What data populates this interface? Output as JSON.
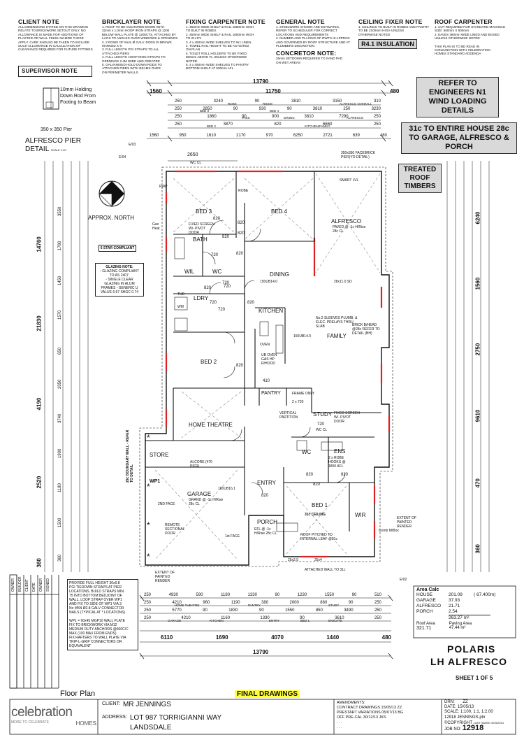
{
  "notes": {
    "client": {
      "title": "CLIENT NOTE",
      "lines": [
        "ALL DIMENSIONS STATED ON THIS DRAWING",
        "RELATE TO BRICKWORK SETOUT ONLY. NO",
        "ALLOWANCE IS MADE FOR ADDITIONS OF",
        "PLASTER OR WALL FINISH WHERE THESE",
        "APPLY. CARE SHOULD BE TAKEN TO INCLUDE",
        "SUCH ALLOWANCE IN CALCULATION OF",
        "CLEARANCE REQUIRED FOR FUTURE FITTINGS"
      ]
    },
    "bricklayer": {
      "title": "BRICKLAYER NOTE",
      "lines": [
        "1. ROOF TO BE ANCHORED DOWN WITH",
        "32mm x 1.0mm HOOP IRON STRAPS @ 1200",
        "BELOW WALL PLATE @ 1200CTS, ATTACHED BY",
        "LUGS TO ANGLES OVER WINDOWS & OPENINGS",
        "2. 2 ROWS OF 6mm Ø GALV. RODS IN BRKWK",
        "MARKED X-X",
        "3. FULL LENGTH PGI STRAPS TO ALL",
        "ATTACHED PIERS",
        "4. FULL LENGTH HOOP IRON STRAPS TO",
        "OPENINGS 2.4M WIDE AND GREATER",
        "5. GALVANISED HOLD DOWN RODS TO",
        "ATTACHED PIERS WITH BEAMS OVER",
        "ON PERIMETER WALLS"
      ]
    },
    "fixing_carpenter": {
      "title": "FIXING CARPENTER NOTE",
      "lines": [
        "1. 450mm WIDE SHELF & RAIL 1850mm HIGH",
        "TO BUILT IN ROBES",
        "2. 450mm WIDE SHELF & RAIL 1800mm HIGH",
        "TO W.I.R's",
        "3. 4 x 450mm WIDE SHELVES TO W.I LINEN",
        "4. TOWEL RAIL HEIGHT TO BE AS NOTED",
        "ON PLAN",
        "5. TOILET ROLL HOLDERS TO BE FIXED",
        "800mm ABOVE FL UNLESS OTHERWISE",
        "NOTED.",
        "6. 4 x 450mm WIDE SHELVES TO PANTRY",
        "BOTTOM SHELF AT 500mm AFL"
      ]
    },
    "general": {
      "title": "GENERAL NOTE",
      "lines": [
        "1. STEELWORK SHOWN ARE ESTIMATES,",
        "REFER TO SCHEDULER FOR CORRECT",
        "LOCATIONS AND REQUIREMENTS",
        "2. NUMBER AND PLACING OF RWP's IS APPROX",
        "AND GOVERNED BY ROOF STRUCTURE AND AT",
        "PLUMBERS DISCRETION"
      ]
    },
    "concretor": {
      "title": "CONCRETOR NOTE:",
      "lines": [
        "25mm SETDOWN REQUIRED TO SAND PAD",
        "ON WET AREAS"
      ]
    },
    "ceiling_fixer": {
      "title": "CEILING FIXER NOTE",
      "lines": [
        "1. CEILINGS TO BUILT IN ROBES AND PANTRY",
        "TO BE 2100mm HIGH UNLESS",
        "OTHERWISE NOTED"
      ]
    },
    "roof_carpenter": {
      "title": "ROOF CARPENTER",
      "lines": [
        "1. CUT REQUIRED FOR STANDARD MANHOLE",
        "SIZE: 560mm X 600mm",
        "2. EAVES 480mm WIDE LINED AND BOXED",
        "UNLESS OTHERWISE NOTED"
      ]
    },
    "r41": "R4.1 INSULATION",
    "addenda": [
      "THIS PLAN IS TO BE READ IN",
      "CONJUNCTION WITH CELEBRATION",
      "HOMES STANDARD ADDENDA"
    ],
    "supervisor": "SUPERVISOR NOTE"
  },
  "callouts": {
    "engineers": "REFER TO ENGINEERS N1 WIND LOADING DETAILS",
    "courses": "31c TO ENTIRE HOUSE 28c TO GARAGE, ALFRESCO & PORCH",
    "timbers": "TREATED ROOF TIMBERS"
  },
  "pier_detail": {
    "rod": "10mm Holding Down Rod From Footing to Beam",
    "pier": "350 x 350 Pier",
    "title": "ALFRESCO PIER DETAIL",
    "scale": "SCALE 1:20"
  },
  "north": "APPROX. NORTH",
  "star": "6 STAR COMPLIANT",
  "glazing": {
    "title": "GLAZING NOTE:",
    "lines": [
      "- GLAZING COMPLIANT",
      "TO AS 2407.",
      "- SINGLE CLEAR",
      "GLAZING IN ALUM",
      "FRAMES - GENERIC U",
      "VALUE 6.57 SHGC 0.74"
    ]
  },
  "dims_top": {
    "overall": "13790",
    "left_eave": "1560",
    "main": "11750",
    "right_eave": "480",
    "row1": [
      "250",
      "3240",
      "90",
      "3810",
      "3150",
      "310"
    ],
    "row2": [
      "250",
      "2850",
      "90",
      "930",
      "90",
      "3810",
      "250",
      "3230"
    ],
    "row3": [
      "250",
      "1860",
      "90",
      "900",
      "3810",
      "7290",
      "250"
    ],
    "row4": [
      "250",
      "3870",
      "820",
      "6660",
      "250"
    ],
    "row5": [
      "1560",
      "950",
      "1610",
      "2170",
      "970",
      "6250",
      "2721",
      "639",
      "480"
    ],
    "labels": [
      "BED 3",
      "BED 4",
      "ALFRESCO OVERALL",
      "ALFRESCO",
      "ROBE",
      "PASS",
      "DINING",
      "KITCHEN/FAMILY",
      "BED 2",
      "RIDGE",
      "WC CL"
    ],
    "wc": "2650",
    "facebrick": "350x350 FACEBRICK PIER(YO DETAIL)"
  },
  "dims_bottom": {
    "row1": [
      "250",
      "4930",
      "590",
      "1180",
      "1330",
      "90",
      "1230",
      "1550",
      "90",
      "510"
    ],
    "row2": [
      "250",
      "4210",
      "960",
      "1190",
      "380",
      "2000",
      "860",
      "90",
      "250"
    ],
    "row3": [
      "250",
      "5770",
      "90",
      "1830",
      "90",
      "1550",
      "850",
      "3490",
      "250"
    ],
    "row4": [
      "250",
      "4210",
      "1160",
      "1330",
      "90",
      "3610",
      "250"
    ],
    "row5": [
      "6110",
      "1690",
      "4070",
      "1440",
      "480"
    ],
    "overall": "13790",
    "labels": [
      "HOME THEATRE",
      "PANTRY",
      "KITCHEN",
      "STUDY",
      "ENSUITE",
      "GARAGE",
      "BED 1",
      "ENTRY"
    ]
  },
  "dims_left": [
    "3550",
    "1780",
    "1450",
    "1570",
    "650",
    "2050",
    "3740",
    "1900",
    "1180",
    "1500",
    "360"
  ],
  "dims_left_totals": [
    "14760",
    "21830",
    "4190",
    "2520",
    "360"
  ],
  "dims_right": [
    "6240",
    "1560",
    "2750",
    "9610",
    "470",
    "360"
  ],
  "rooms": {
    "bed3": "BED 3",
    "bed4": "BED 4",
    "alfresco": "ALFRESCO",
    "alfresco_note": "PAVED @ -1c H/Rise 28c CL",
    "bath": "BATH",
    "wil": "WIL",
    "wc": "WC",
    "ldry": "LDRY",
    "wm": "WM",
    "tub": "TUB",
    "dining": "DINING",
    "kitchen": "KITCHEN",
    "family": "FAMILY",
    "bed2": "BED 2",
    "pantry": "PANTRY",
    "home_theatre": "HOME THEATRE",
    "study": "STUDY",
    "store": "STORE",
    "garage": "GARAGE",
    "garage_note": "GRAND @ -1c H/Rise 28c CL",
    "entry": "ENTRY",
    "porch": "PORCH",
    "bed1": "BED 1",
    "bed1_ceiling": "31c CEILING",
    "wir": "WIR",
    "ens": "ENS",
    "wc2": "WC",
    "study_note": "FIXED SCREEN W/- PIVOT DOOR",
    "bed3_note": "FIXED SCREEN W/- PIVOT DOOR",
    "robe": "ROBE"
  },
  "door_sizes": [
    "820",
    "820",
    "820",
    "720",
    "720",
    "820",
    "720",
    "720",
    "720",
    "410",
    "820",
    "820",
    "820",
    "820",
    "820",
    "720",
    "820",
    "820",
    "820"
  ],
  "misc_labels": {
    "gas_heat": "Gas Heat",
    "sleeves": "No.2 SLEEVES PLUMB. & ELEC. PRELAYS THRU SLAB",
    "beam1": "150UB14.0",
    "beam2": "28x11.0 SD",
    "beam3": "180UB16.1",
    "beam4": "150UB14.0",
    "brick": "BRICK B/HEAD @28c REFER TO DETAIL (BH)",
    "frame_only": "FRAME ONLY",
    "frame_only_dims": "2 x 720",
    "vertical_partition": "VERTICAL PARTITION",
    "alcore": "ALCORE (470 PIER)",
    "boundary": "29c BOUNDARY WALL - REFER TO DETAIL",
    "wp1": "WP1",
    "remote": "REMOTE SECTIONAL DOOR",
    "face": "2ND FACE",
    "face2": "1st FACE",
    "porch_note": "EFL @ -1c H/Rise 28c CL",
    "roof_pitched": "ROOF PITCHED TO INTERNAL LEAF @31c",
    "attached": "ATTACHED WALL TO 31c",
    "extent": "EXTENT OF PAINTED RENDER",
    "comb": "Comb M/Box",
    "robe_hooks": "2 x ROBE HOOKS @ 1800 AFL",
    "wc_cl": "WC CL",
    "twenty_five": "25x2.5",
    "twenty_five2": "25x4",
    "rwp": "RWP",
    "smart_lvl": "SMART LVL",
    "e02": "E/02",
    "e03": "E/03",
    "e04": "E/04",
    "oven": "OVEN",
    "ub": "UB OVEN GAS HP R/HOOD"
  },
  "tiedown": {
    "lines": [
      "PROVIDE FULL HEIGHT 30x0.8",
      "PGI TIEDOWN STRAPS AT PIER",
      "LOCATIONS. BUILD STRAPS MIN.",
      "75 INTO BOTTOM BEDJOINT OF",
      "WALL. LOOP STRAP OVER WP1",
      "AND FIX TO SIDE OF WP1 VIA 3",
      "No M5N Ø2.8 GALV CONNECTOR",
      "NAILS (TYPICAL AT * LOCATIONS)",
      "",
      "WP1 = 90x45 MGP10 WALL PLATE",
      "FIX TO BRICKWORK VIA M12",
      "MEDIUM DUTY ANCHORS @600C/C",
      "MAX (100 MAX FROM ENDS)",
      "FIX RAFTERS TO WALL PLATE VIA",
      "TRIP-L-GRIP CONNECTORS OR",
      "EQUIVALENT"
    ]
  },
  "side_labels": [
    "OWNER",
    "BUILDER",
    "CLIENT",
    "DATE",
    "OWNER",
    "SIGNED"
  ],
  "area_calc": {
    "title": "Area Calc",
    "rows": [
      {
        "label": "HOUSE",
        "value": "201.09",
        "extra": "( 67.400m)"
      },
      {
        "label": "GARAGE",
        "value": "37.93",
        "extra": ""
      },
      {
        "label": "ALFRESCO",
        "value": "21.71",
        "extra": ""
      },
      {
        "label": "PORCH",
        "value": "2.54",
        "extra": ""
      }
    ],
    "total": "263.27 m²",
    "roof_area_label": "Roof Area",
    "roof_area": "321.71",
    "paving_label": "Paving Area",
    "paving": "47.44 m²"
  },
  "plan_name": "POLARIS",
  "plan_variant": "LH ALFRESCO",
  "sheet": "SHEET 1 OF 5",
  "floor_plan_label": "Floor Plan",
  "final_drawings": "FINAL DRAWINGS",
  "title_block": {
    "client_label": "CLIENT:",
    "client": "MR JENNINGS",
    "address_label": "ADDRESS:",
    "address1": "LOT 987 TORRIGIANNI WAY",
    "address2": "LANDSDALE",
    "amendments_label": "AMENDMENTS:",
    "amendments": [
      "CONTRACT DRAWINGS 15/05/13 ZZ",
      "PRESTART VARIATIONS 05/07/13 BG",
      "OFF PRE-CAL 30/12/13 JKS",
      ". . .",
      ". . ."
    ],
    "drn_label": "DRN:",
    "drn": "ZZ",
    "date_label": "DATE:",
    "date": "15/05/13",
    "scale": "SCALE: 1:100, 1:1, 1:2.00",
    "file": "12918 JENNINGS.pln",
    "copyright": "©COPYRIGHT",
    "last_saved": "LAST SAVED 4/03/2014",
    "job_label": "JOB NO:",
    "job_no": "12918",
    "logo_main": "celebration",
    "logo_sub": "HOMES",
    "logo_tag": "MORE TO CELEBRATE"
  }
}
